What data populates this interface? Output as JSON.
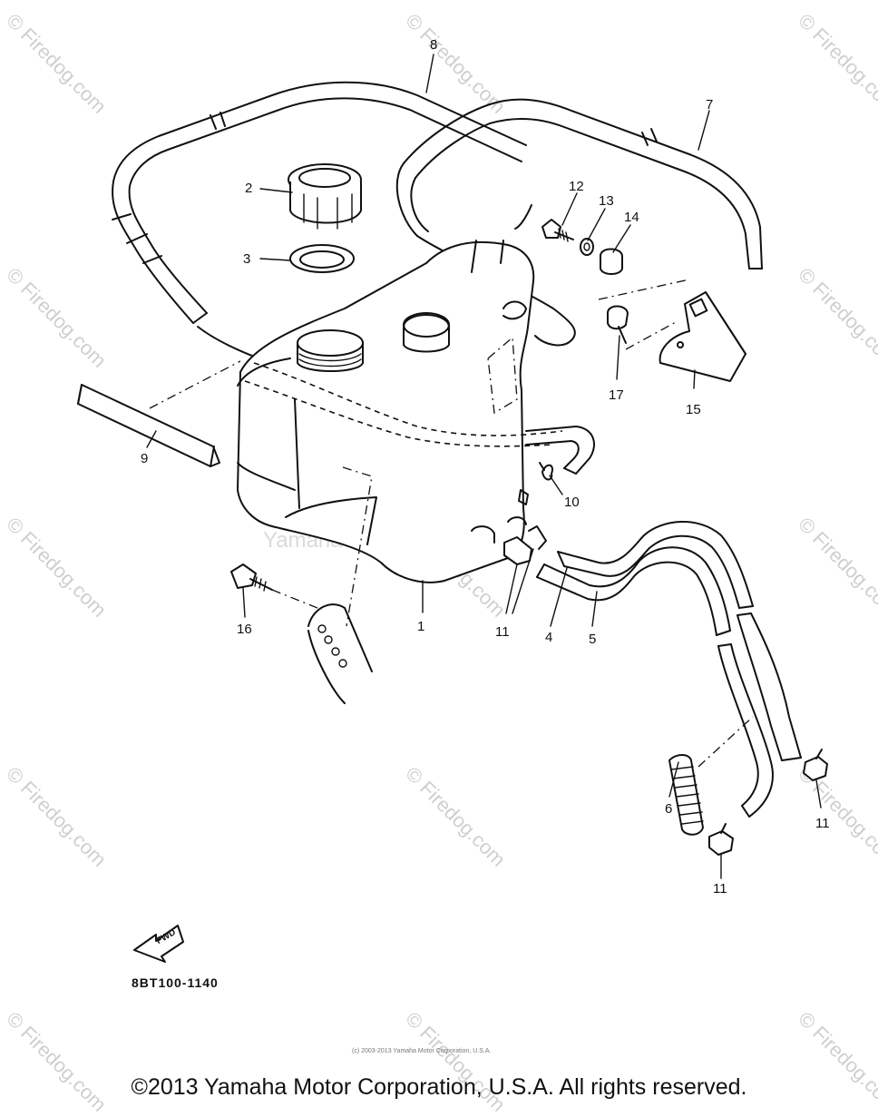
{
  "watermark": "© Firedog.com",
  "center_watermark": "Yamaha Motor Corp. U.S.A.",
  "fwd_label": "FWD",
  "diagram_code": "8BT100-1140",
  "small_notice": "(c) 2003-2013 Yamaha Motor Corporation, U.S.A.",
  "copyright": "©2013 Yamaha Motor Corporation, U.S.A. All rights reserved.",
  "callouts": [
    {
      "id": "1",
      "label": "1"
    },
    {
      "id": "2",
      "label": "2"
    },
    {
      "id": "3",
      "label": "3"
    },
    {
      "id": "4",
      "label": "4"
    },
    {
      "id": "5",
      "label": "5"
    },
    {
      "id": "6",
      "label": "6"
    },
    {
      "id": "7",
      "label": "7"
    },
    {
      "id": "8",
      "label": "8"
    },
    {
      "id": "9",
      "label": "9"
    },
    {
      "id": "10",
      "label": "10"
    },
    {
      "id": "11a",
      "label": "11"
    },
    {
      "id": "11b",
      "label": "11"
    },
    {
      "id": "11c",
      "label": "11"
    },
    {
      "id": "12",
      "label": "12"
    },
    {
      "id": "13",
      "label": "13"
    },
    {
      "id": "14",
      "label": "14"
    },
    {
      "id": "15",
      "label": "15"
    },
    {
      "id": "16",
      "label": "16"
    },
    {
      "id": "17",
      "label": "17"
    }
  ]
}
